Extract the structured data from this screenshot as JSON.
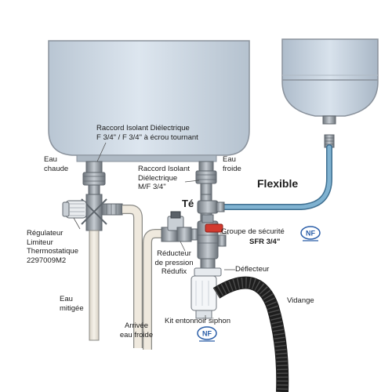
{
  "labels": {
    "raccord_dielectrique_ecrou": "Raccord Isolant Diélectrique\nF 3/4\" / F 3/4\" à écrou tournant",
    "eau_chaude": "Eau\nchaude",
    "eau_froide": "Eau\nfroide",
    "raccord_dielectrique_mf": "Raccord Isolant\nDiélectrique\nM/F 3/4\"",
    "flexible": "Flexible",
    "te": "Té",
    "regulateur": "Régulateur\nLimiteur\nThermostatique\n2297009M2",
    "groupe_securite": "Groupe de sécurité",
    "sfr": "SFR 3/4\"",
    "reducteur": "Réducteur\nde pression\nRédufix",
    "deflecteur": "Déflecteur",
    "vidange": "Vidange",
    "eau_mitigee": "Eau\nmitigée",
    "arrivee_eau_froide": "Arrivée\neau froide",
    "kit_entonnoir": "Kit entonnoir siphon"
  },
  "badges": {
    "certification": "NF"
  },
  "colors": {
    "tank_fill": "#cfdae6",
    "tank_outline": "#8a929c",
    "pipe_fill": "#ebe6dc",
    "pipe_outline": "#8a8a86",
    "flexible_hose": "#6fa3c4",
    "drain_hose": "#2a2a2a",
    "fitting_metal": "#7e858c",
    "valve_red": "#d23a2f",
    "nf_blue": "#2a5ea8"
  }
}
